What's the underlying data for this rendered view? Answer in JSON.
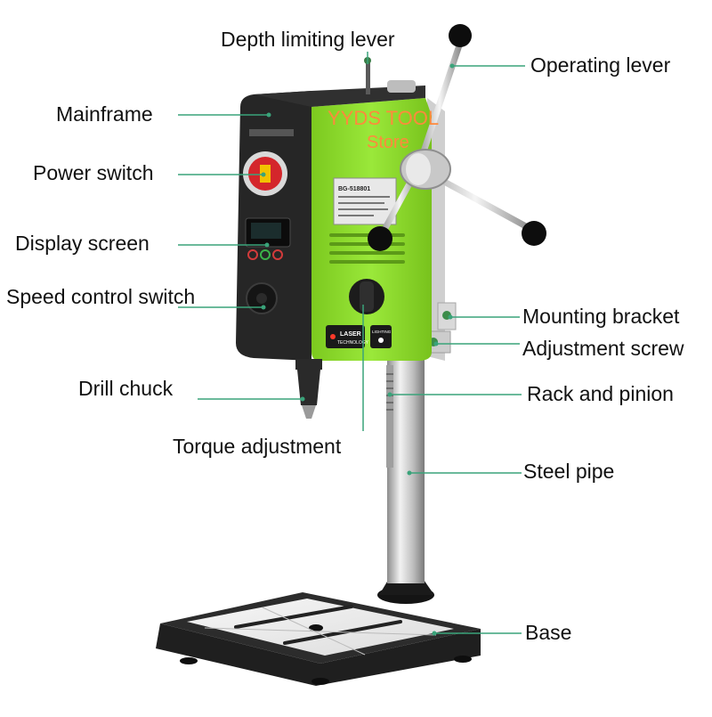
{
  "watermark": {
    "line1": "YYDS TOOL",
    "line2": "Store"
  },
  "labels": {
    "depth_limiting_lever": "Depth limiting lever",
    "operating_lever": "Operating lever",
    "mainframe": "Mainframe",
    "power_switch": "Power switch",
    "display_screen": "Display screen",
    "speed_control_switch": "Speed control switch",
    "mounting_bracket": "Mounting bracket",
    "adjustment_screw": "Adjustment screw",
    "drill_chuck": "Drill chuck",
    "rack_and_pinion": "Rack and pinion",
    "torque_adjustment": "Torque adjustment",
    "steel_pipe": "Steel pipe",
    "base": "Base"
  },
  "panel_text": {
    "laser": "LASER",
    "technology": "TECHNOLOGY",
    "lighting": "LIGHTING",
    "model": "BG-518801"
  },
  "colors": {
    "accent_green": "#8ee02b",
    "leader_line": "#3aa37a",
    "body_dark": "#2a2a2a",
    "metal": "#c8c8c8",
    "watermark": "#ff8a3c"
  }
}
